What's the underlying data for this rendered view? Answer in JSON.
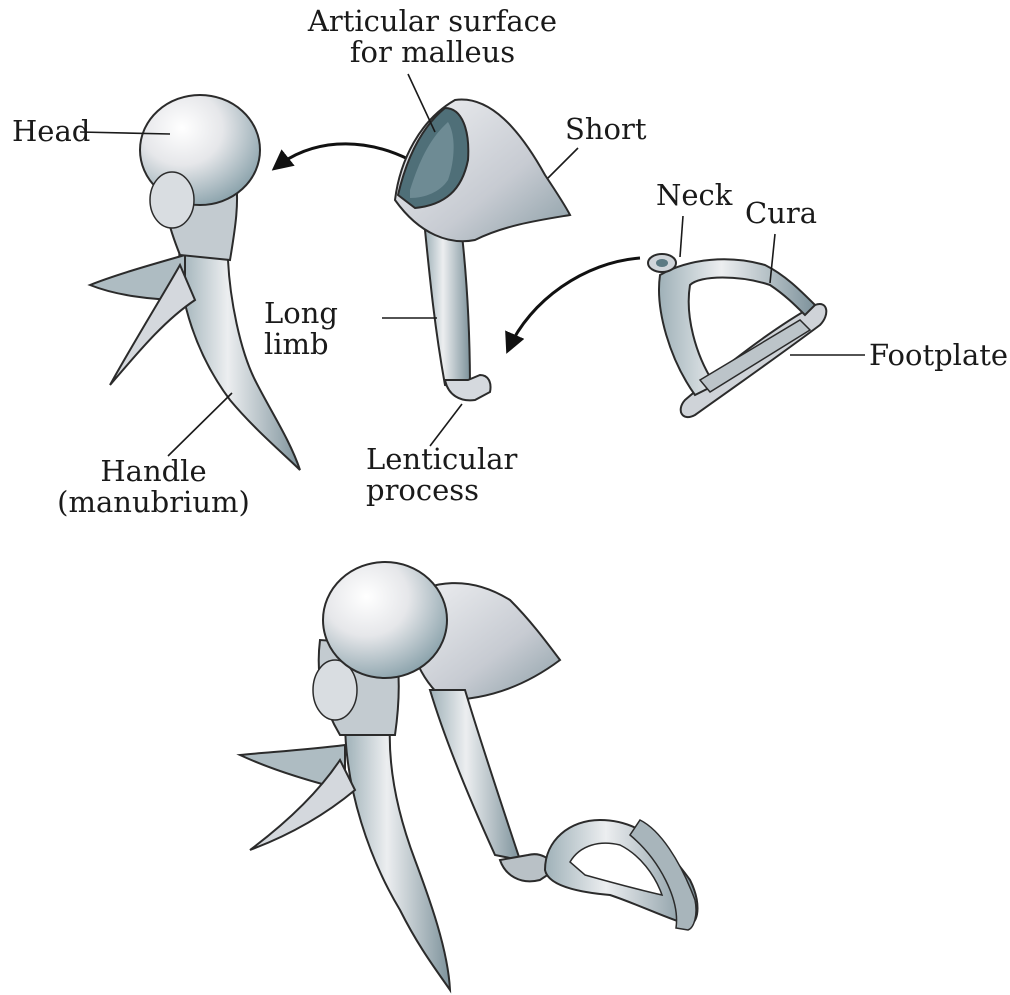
{
  "labels": {
    "articular_surface": "Articular surface\nfor malleus",
    "head": "Head",
    "short": "Short",
    "neck": "Neck",
    "cura": "Cura",
    "long_limb": "Long\nlimb",
    "footplate": "Footplate",
    "lenticular_process": "Lenticular\nprocess",
    "handle": "Handle\n(manubrium)"
  },
  "colors": {
    "bone_light": "#f2f2f2",
    "bone_mid": "#c9ccd2",
    "bone_shadow": "#7f95a0",
    "bone_dark": "#4f6f78",
    "outline": "#2b2b2b",
    "arrow": "#111111"
  }
}
